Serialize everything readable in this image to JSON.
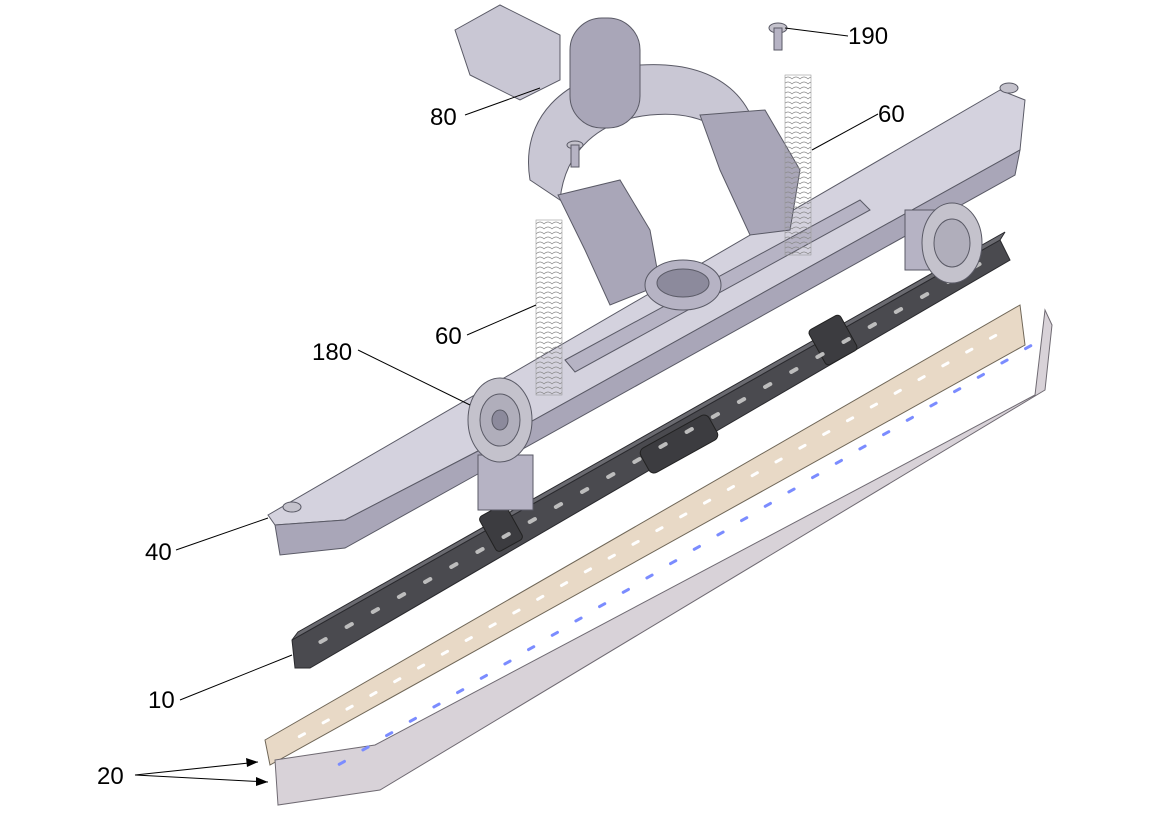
{
  "colors": {
    "frame": "#c9c7d4",
    "frame_shade": "#a9a6b8",
    "frame_dark": "#8c8a9c",
    "strip": "#4a4a4f",
    "strip_dark": "#2f2f33",
    "blade_back": "#e8d9c6",
    "blade_front": "#d8d2d8",
    "slot": "#7b8cff",
    "spring": "#9a9a9a",
    "wheel": "#c4c2cc",
    "text": "#000000"
  },
  "callouts": [
    {
      "id": "190",
      "label": "190"
    },
    {
      "id": "80",
      "label": "80"
    },
    {
      "id": "60a",
      "label": "60"
    },
    {
      "id": "60b",
      "label": "60"
    },
    {
      "id": "180",
      "label": "180"
    },
    {
      "id": "40",
      "label": "40"
    },
    {
      "id": "10",
      "label": "10"
    },
    {
      "id": "20",
      "label": "20"
    }
  ]
}
